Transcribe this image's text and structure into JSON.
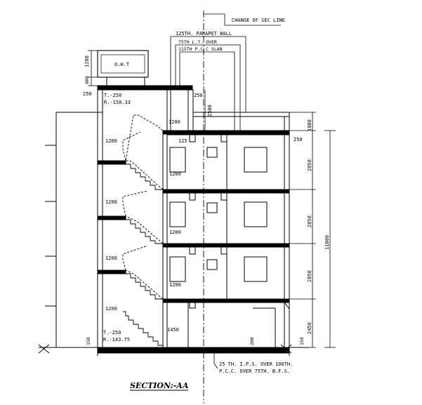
{
  "drawing": {
    "title": "SECTION:-AA",
    "notes": {
      "change_line": "CHANGE OF SEC LINE",
      "parapet": "125TH. PARAPET WALL",
      "lt": "75TH L.T. OVER",
      "slab": "115TH P.C.C SLAB",
      "ohtank": "O.H.T",
      "base1": "25 TH. I.P.S. OVER 100TH.",
      "base2": "P.C.C. OVER 75TH. B.F.S."
    },
    "dims": {
      "oht_h": "1200",
      "oht_base": "900",
      "roof_off": "250",
      "stair_top_t": "T.-250",
      "stair_top_r": "R.-158.33",
      "head_w": "250",
      "head_h": "2500",
      "land_top": "1200",
      "land1": "1200",
      "land2": "1200",
      "land3": "1200",
      "land4": "1200",
      "land5": "1200",
      "land6": "1200",
      "land7": "1200",
      "wall_w": "125",
      "wall_r": "250",
      "stair_bot_t": "T.-250",
      "stair_bot_r": "R.-143.75",
      "plinth_l": "150",
      "plinth_r": "150",
      "first_run": "1450",
      "floor_slab": "200",
      "parapet_h": "1000",
      "fl3": "2850",
      "fl2": "2850",
      "fl1": "2850",
      "gf": "2450",
      "total": "11000"
    }
  }
}
